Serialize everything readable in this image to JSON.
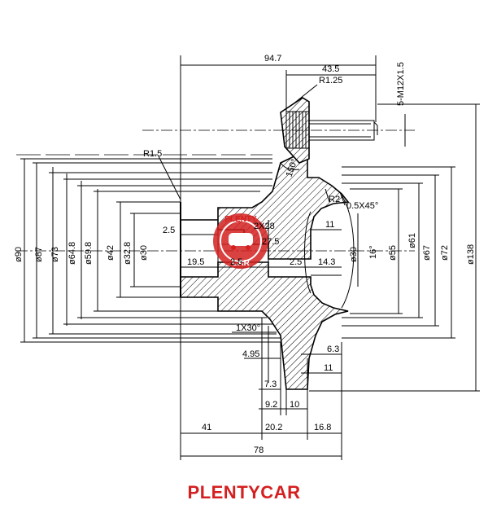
{
  "brand": {
    "name": "PLENTYCAR",
    "color": "#d42020"
  },
  "logo": {
    "text_top": "PLENTY",
    "text_bottom": "CAR",
    "color": "#d42020"
  },
  "dimensions": {
    "overall_length": "94.7",
    "bolt_offset": "43.5",
    "stud_radius": "R1.25",
    "stud_thread": "5-M12X1.5",
    "fillet_left": "R1.5",
    "angle": "150°",
    "fillet_r2": "R2",
    "chamfer": "0.5X45°",
    "d_90": "ø90",
    "d_87": "ø87",
    "d_73": "ø73",
    "d_64_8": "ø64.8",
    "d_59_8": "ø59.8",
    "d_42": "ø42",
    "d_32_8": "ø32.8",
    "d_30_left": "ø30",
    "d_30_right": "ø30",
    "d_55": "ø55",
    "d_61": "ø61",
    "d_67": "ø67",
    "d_72": "ø72",
    "d_138": "ø138",
    "angle_16": "16°",
    "len_2_5_a": "2.5",
    "len_19_5": "19.5",
    "len_2_5_b": "2.5",
    "len_2_5_c": "2.5",
    "len_14_3": "14.3",
    "len_11_top": "11",
    "chamfer_2x28": "2X28",
    "len_27_5": "27.5",
    "chamfer_1x30": "1X30°",
    "len_4_95": "4.95",
    "len_6_3": "6.3",
    "len_11_low": "11",
    "len_7_3": "7.3",
    "len_9_2": "9.2",
    "len_10": "10",
    "len_41": "41",
    "len_20_2": "20.2",
    "len_16_8": "16.8",
    "len_78": "78"
  }
}
